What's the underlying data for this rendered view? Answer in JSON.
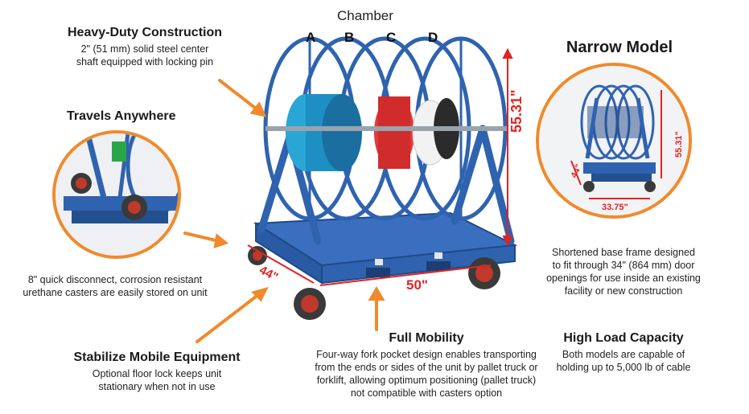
{
  "chamber": {
    "label": "Chamber",
    "letters": [
      "A",
      "B",
      "C",
      "D"
    ]
  },
  "heavy_duty": {
    "title": "Heavy-Duty Construction",
    "line1": "2\" (51 mm) solid steel center",
    "line2": "shaft equipped with locking pin"
  },
  "travels": {
    "title": "Travels Anywhere"
  },
  "casters": {
    "line1": "8\" quick disconnect, corrosion resistant",
    "line2": "urethane casters are easily stored on unit"
  },
  "stabilize": {
    "title": "Stabilize Mobile Equipment",
    "line1": "Optional floor lock keeps unit",
    "line2": "stationary when not in use"
  },
  "mobility": {
    "title": "Full Mobility",
    "line1": "Four-way fork pocket design enables transporting",
    "line2": "from the ends or sides of the unit by pallet truck or",
    "line3": "forklift, allowing optimum positioning (pallet truck)",
    "line4": "not compatible with casters option"
  },
  "narrow": {
    "title": "Narrow Model",
    "line1": "Shortened base frame designed",
    "line2": "to fit through 34\" (864 mm) door",
    "line3": "openings for use inside an existing",
    "line4": "facility or new construction",
    "dim_height": "55.31\"",
    "dim_depth": "44\"",
    "dim_width": "33.75\""
  },
  "capacity": {
    "title": "High Load Capacity",
    "line1": "Both models are capable of",
    "line2": "holding up to 5,000 lb of cable"
  },
  "main_dims": {
    "height": "55.31\"",
    "depth": "44\"",
    "width": "50\""
  },
  "colors": {
    "accent_orange": "#f08a2b",
    "frame_blue": "#2f63b0",
    "dim_red": "#e02424"
  }
}
